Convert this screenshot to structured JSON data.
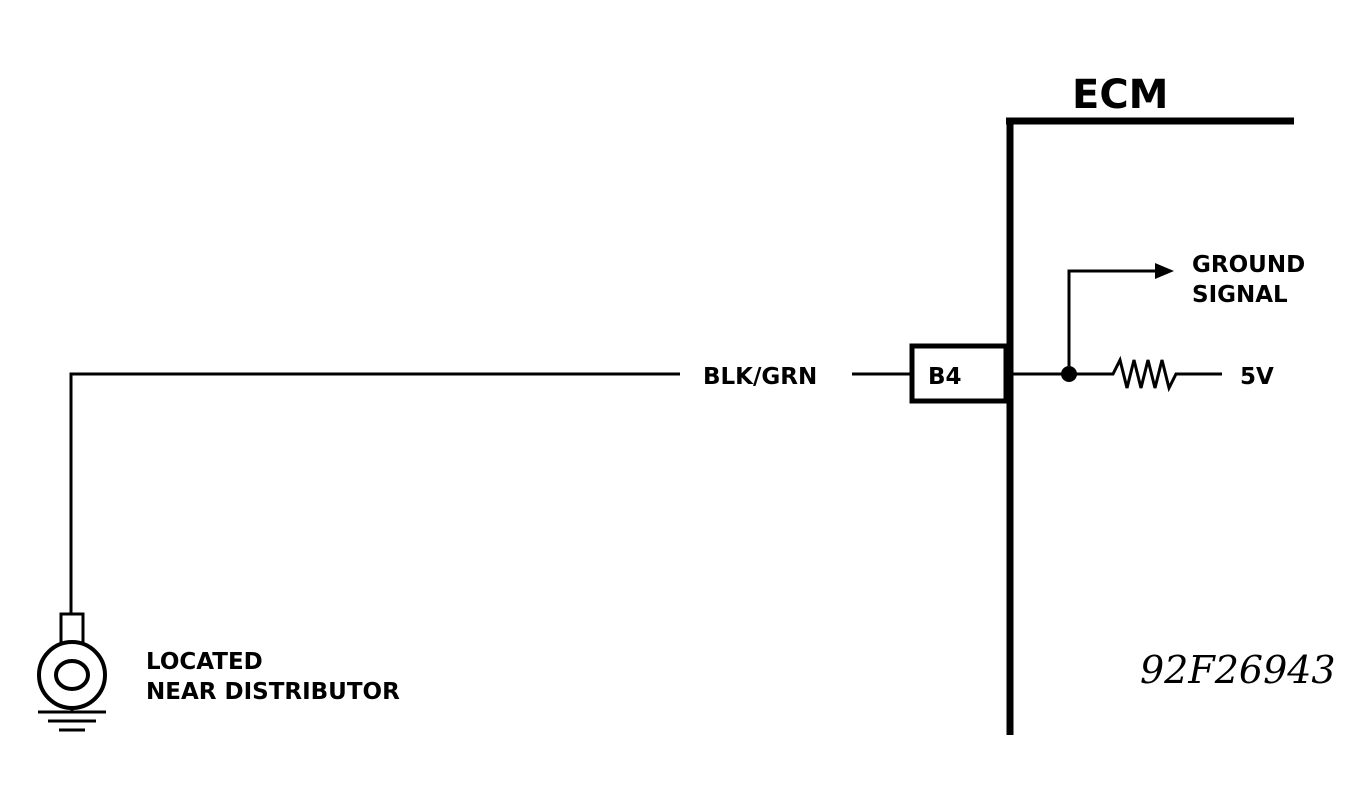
{
  "diagram": {
    "module_label": "ECM",
    "wire_label": "BLK/GRN",
    "pin_label": "B4",
    "signal_label_line1": "GROUND",
    "signal_label_line2": "SIGNAL",
    "voltage_label": "5V",
    "sensor_label_line1": "LOCATED",
    "sensor_label_line2": "NEAR DISTRIBUTOR",
    "figure_code": "92F26943"
  },
  "colors": {
    "ink": "#000000",
    "background": "#ffffff"
  }
}
